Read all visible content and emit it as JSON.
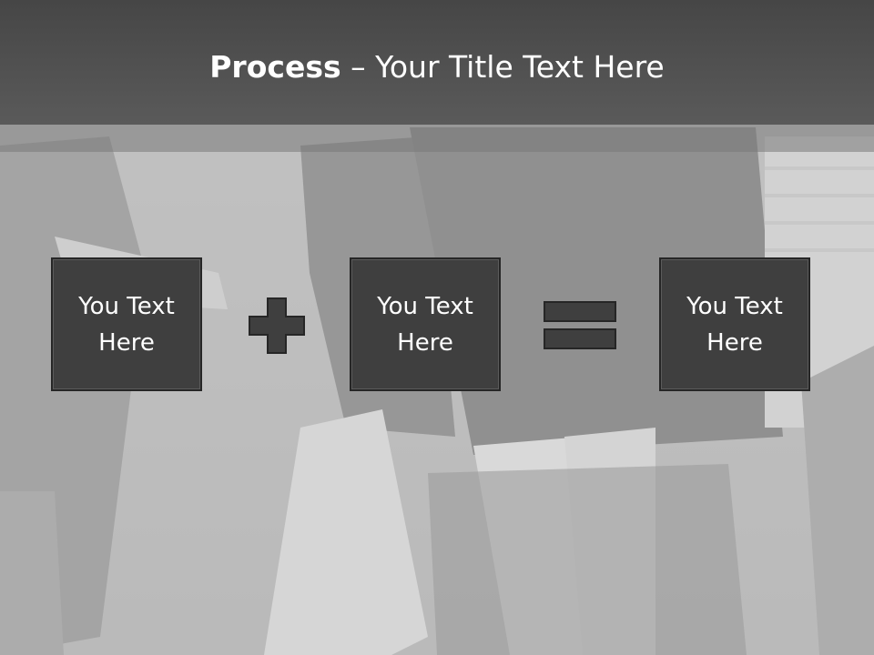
{
  "title": {
    "bold": "Process",
    "rest": " – Your Title Text Here"
  },
  "process": {
    "boxes": [
      {
        "text": "You Text Here"
      },
      {
        "text": "You Text Here"
      },
      {
        "text": "You Text Here"
      }
    ],
    "operators": [
      "plus-icon",
      "equals-icon"
    ]
  },
  "colors": {
    "title_band": "#4f4f4f",
    "box_fill": "#3f3f3f",
    "box_border": "#262626",
    "operator_fill": "#3f3f3f",
    "text": "#ffffff"
  }
}
